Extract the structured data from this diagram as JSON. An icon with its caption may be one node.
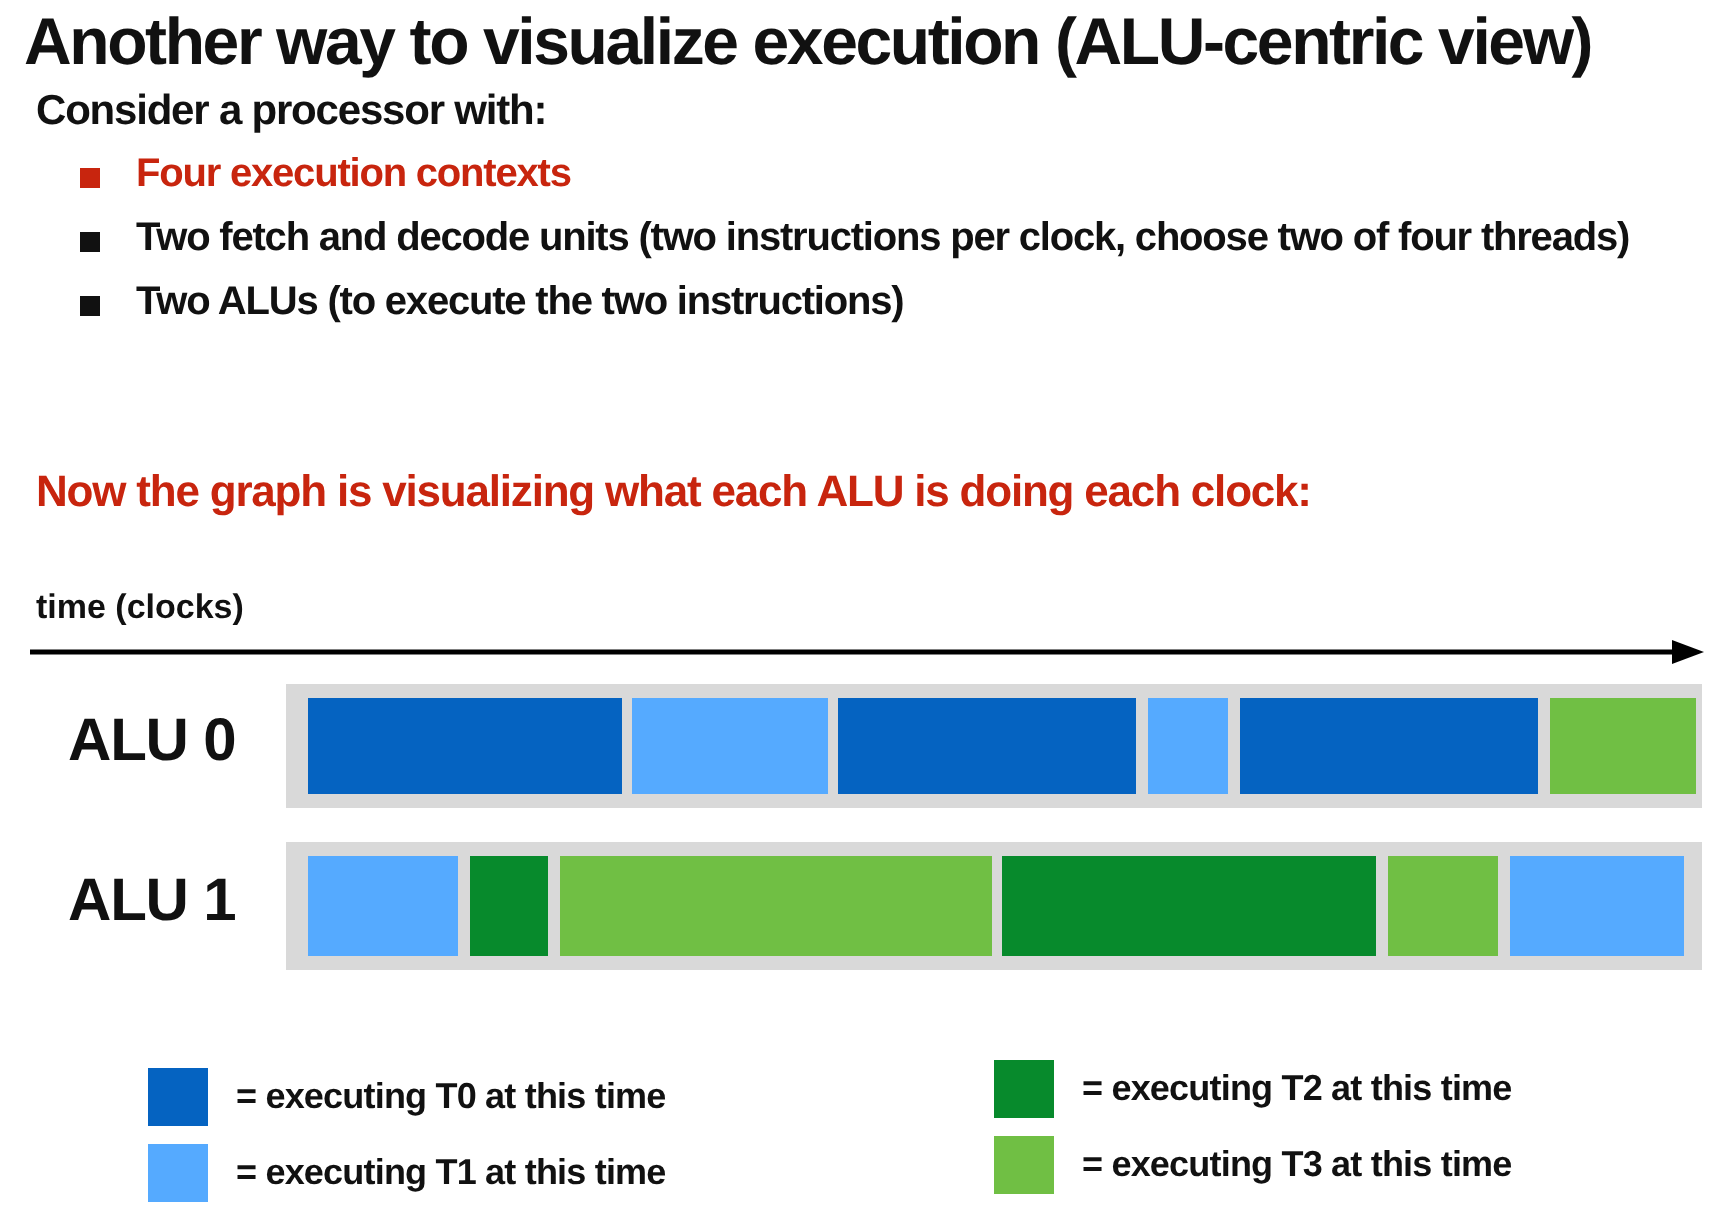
{
  "diagram": {
    "title": "Another way to visualize execution (ALU-centric view)",
    "labels": [
      "Consider a processor with:",
      "Four execution contexts",
      "Two fetch and decode units (two instructions per clock, choose two of four threads)",
      "Two ALUs (to execute the two instructions)",
      "Now the graph is visualizing what each ALU is doing each clock:",
      "time (clocks)",
      "ALU 0",
      "ALU 1"
    ],
    "legend": [
      {
        "text": "= executing T0 at this time",
        "color": "#0563c1"
      },
      {
        "text": "= executing T1 at this time",
        "color": "#55aaff"
      },
      {
        "text": "= executing T2 at this time",
        "color": "#078a2c"
      },
      {
        "text": "= executing T3 at this time",
        "color": "#70bf44"
      }
    ]
  }
}
